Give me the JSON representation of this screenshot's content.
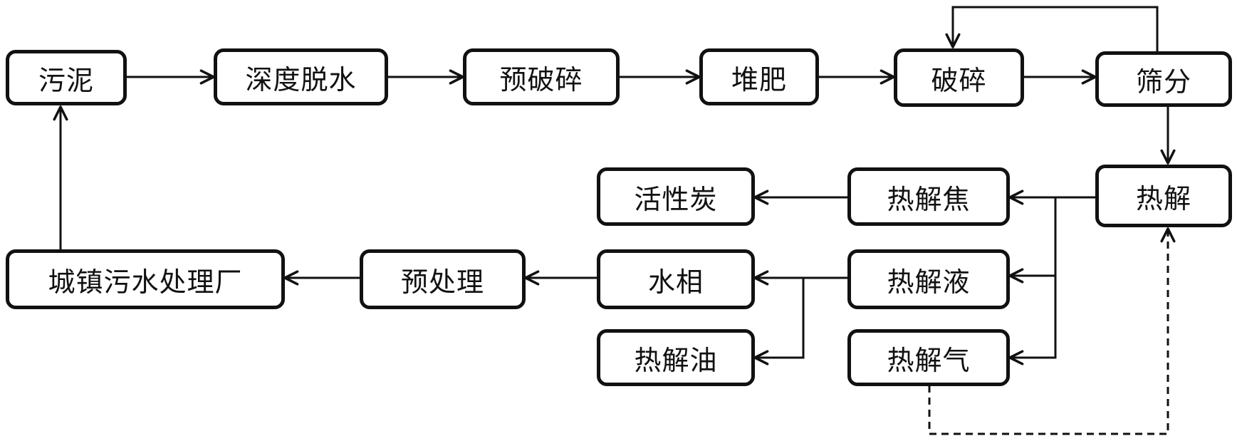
{
  "diagram": {
    "type": "process-flowchart",
    "nodes": {
      "sludge": "污泥",
      "deep_dewatering": "深度脱水",
      "pre_crushing": "预破碎",
      "composting": "堆肥",
      "crushing": "破碎",
      "screening": "筛分",
      "pyrolysis": "热解",
      "pyrolysis_char": "热解焦",
      "activated_carbon": "活性炭",
      "pyrolysis_liquid": "热解液",
      "aqueous_phase": "水相",
      "pretreatment": "预处理",
      "wwtp": "城镇污水处理厂",
      "pyrolysis_oil": "热解油",
      "pyrolysis_gas": "热解气"
    },
    "edges": [
      {
        "from": "sludge",
        "to": "deep_dewatering",
        "style": "solid"
      },
      {
        "from": "deep_dewatering",
        "to": "pre_crushing",
        "style": "solid"
      },
      {
        "from": "pre_crushing",
        "to": "composting",
        "style": "solid"
      },
      {
        "from": "composting",
        "to": "crushing",
        "style": "solid"
      },
      {
        "from": "crushing",
        "to": "screening",
        "style": "solid"
      },
      {
        "from": "screening",
        "to": "crushing",
        "style": "solid"
      },
      {
        "from": "screening",
        "to": "pyrolysis",
        "style": "solid"
      },
      {
        "from": "pyrolysis",
        "to": "pyrolysis_char",
        "style": "solid"
      },
      {
        "from": "pyrolysis",
        "to": "pyrolysis_liquid",
        "style": "solid"
      },
      {
        "from": "pyrolysis",
        "to": "pyrolysis_gas",
        "style": "solid"
      },
      {
        "from": "pyrolysis_char",
        "to": "activated_carbon",
        "style": "solid"
      },
      {
        "from": "pyrolysis_liquid",
        "to": "aqueous_phase",
        "style": "solid"
      },
      {
        "from": "pyrolysis_liquid",
        "to": "pyrolysis_oil",
        "style": "solid"
      },
      {
        "from": "aqueous_phase",
        "to": "pretreatment",
        "style": "solid"
      },
      {
        "from": "pretreatment",
        "to": "wwtp",
        "style": "solid"
      },
      {
        "from": "wwtp",
        "to": "sludge",
        "style": "solid"
      },
      {
        "from": "pyrolysis_gas",
        "to": "pyrolysis",
        "style": "dashed"
      }
    ]
  }
}
